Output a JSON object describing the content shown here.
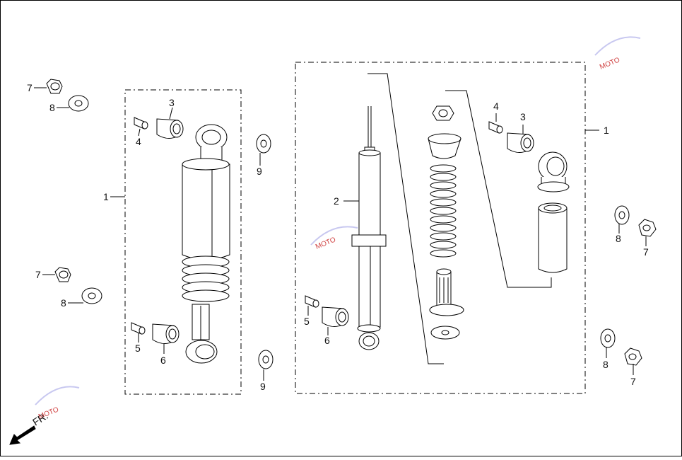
{
  "diagram": {
    "callouts": {
      "c1_left": "1",
      "c1_right": "1",
      "c2": "2",
      "c3_left": "3",
      "c3_right": "3",
      "c4_left": "4",
      "c4_right": "4",
      "c5_left": "5",
      "c5_right": "5",
      "c6_left": "6",
      "c6_right": "6",
      "c7_a": "7",
      "c7_b": "7",
      "c7_c": "7",
      "c7_d": "7",
      "c8_a": "8",
      "c8_b": "8",
      "c8_c": "8",
      "c8_d": "8",
      "c9_a": "9",
      "c9_b": "9"
    },
    "direction_label": "FR.",
    "watermark": "MOTO"
  },
  "colors": {
    "line": "#000000",
    "watermark": "#d04040"
  },
  "icons": {
    "direction": "arrow-down-left-icon"
  }
}
